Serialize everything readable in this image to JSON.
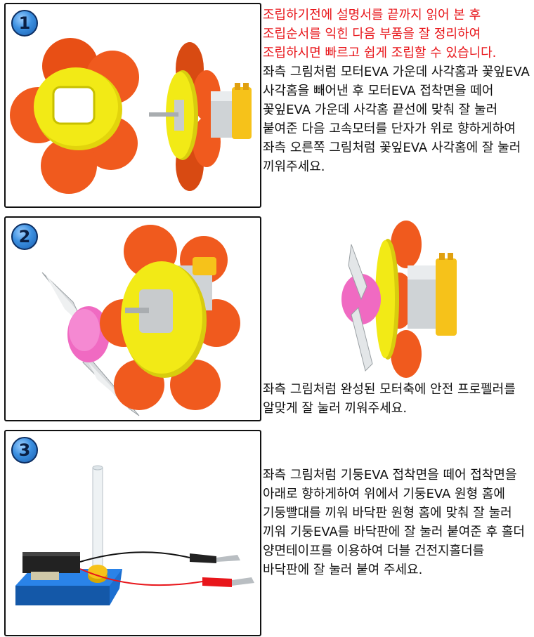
{
  "steps": [
    {
      "number": "1",
      "notice": "조립하기전에 설명서를 끝까지 읽어 본 후 조립순서를 익힌 다음 부품을 잘 정리하여 조립하시면 빠르고 쉽게 조립할 수 있습니다.",
      "text": "좌측 그림처럼 모터EVA 가운데 사각홈과 꽃잎EVA 사각홈을 빼어낸 후 모터EVA 접착면을 떼어 꽃잎EVA 가운데 사각홈 끝선에 맞춰 잘 눌러 붙여준 다음 고속모터를 단자가 위로 향하게하여 좌측 오른쪽 그림처럼 꽃잎EVA 사각홈에 잘 눌러 끼워주세요."
    },
    {
      "number": "2",
      "text": "좌측 그림처럼 완성된 모터축에 안전 프로펠러를 알맞게 잘 눌러 끼워주세요."
    },
    {
      "number": "3",
      "text": "좌측 그림처럼 기둥EVA 접착면을 떼어 접착면을 아래로 향하게하여 위에서 기둥EVA 원형 홈에 기둥빨대를 끼워 바닥판 원형 홈에 맞춰 잘 눌러 끼워 기둥EVA를 바닥판에 잘 눌러 붙여준 후 홀더 양면테이프를 이용하여 더블 건전지홀더를 바닥판에 잘 눌러 붙여 주세요."
    }
  ],
  "colors": {
    "petal": "#f05a1e",
    "ring": "#f2ea16",
    "motor_cap": "#f6c21a",
    "propeller_hub": "#f06ac2",
    "base": "#1c6fd0",
    "notice_text": "#e8161b"
  }
}
